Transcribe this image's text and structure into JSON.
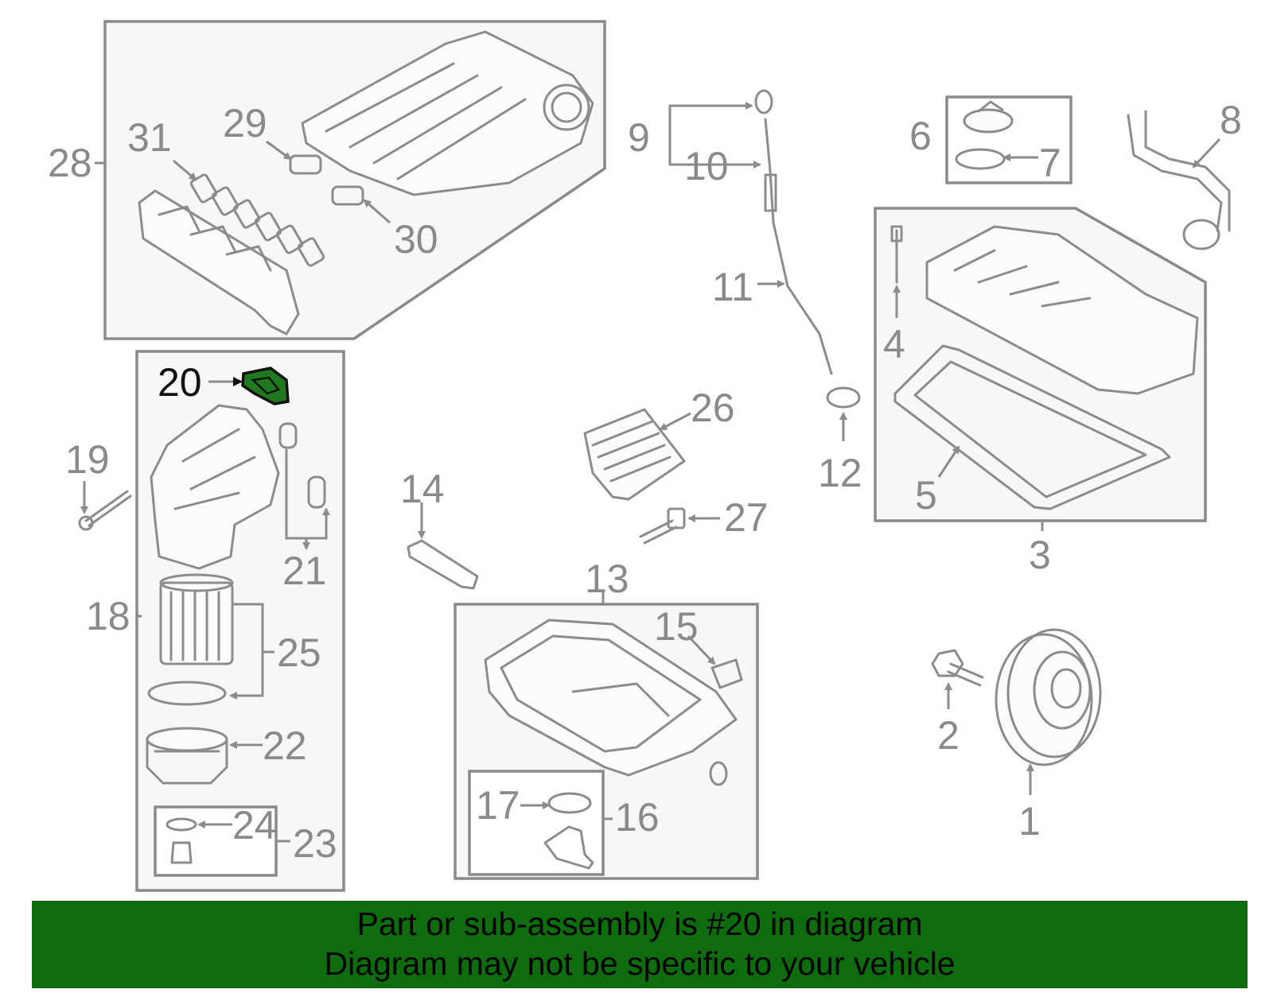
{
  "callouts": {
    "n1": "1",
    "n2": "2",
    "n3": "3",
    "n4": "4",
    "n5": "5",
    "n6": "6",
    "n7": "7",
    "n8": "8",
    "n9": "9",
    "n10": "10",
    "n11": "11",
    "n12": "12",
    "n13": "13",
    "n14": "14",
    "n15": "15",
    "n16": "16",
    "n17": "17",
    "n18": "18",
    "n19": "19",
    "n20": "20",
    "n21": "21",
    "n22": "22",
    "n23": "23",
    "n24": "24",
    "n25": "25",
    "n26": "26",
    "n27": "27",
    "n28": "28",
    "n29": "29",
    "n30": "30",
    "n31": "31"
  },
  "highlighted_part": "20",
  "colors": {
    "highlight": "#1f7a1f",
    "banner": "#0e6b0e",
    "line": "#8c8c8c"
  },
  "banner": {
    "line1": "Part or sub-assembly is #20 in diagram",
    "line2": "Diagram may not be specific to your vehicle"
  }
}
